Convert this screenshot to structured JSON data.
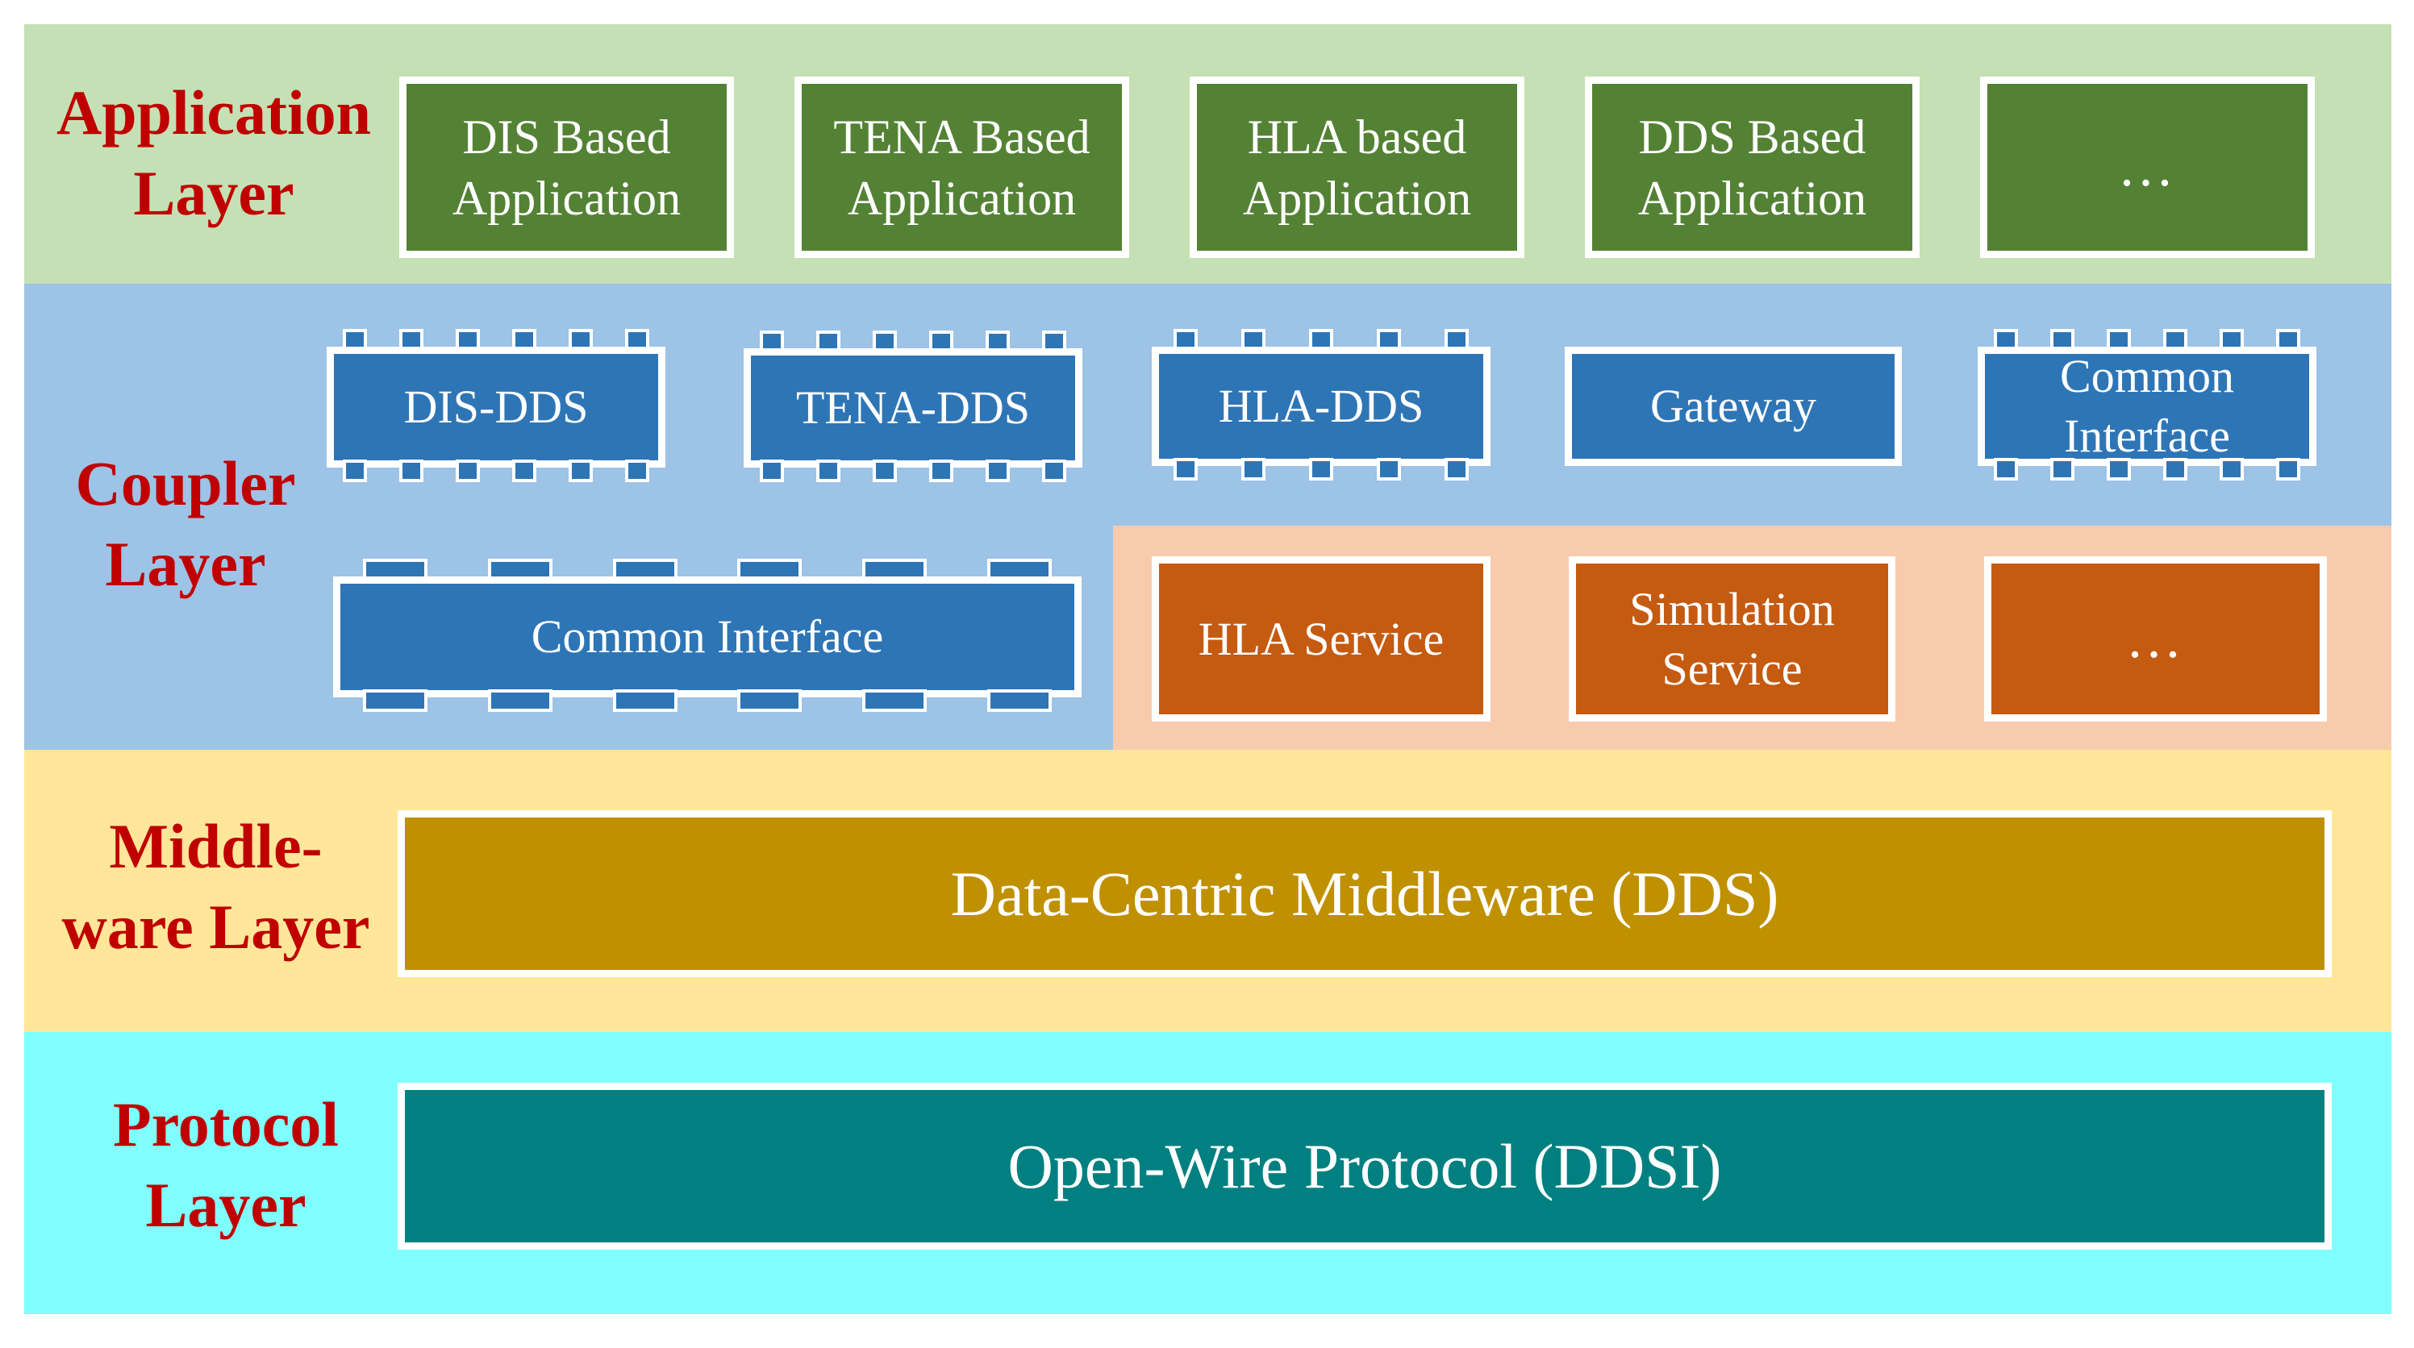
{
  "layers": {
    "application": "Application\nLayer",
    "coupler": "Coupler\nLayer",
    "middleware": "Middle-\nware Layer",
    "protocol": "Protocol\nLayer"
  },
  "applications": [
    "DIS Based\nApplication",
    "TENA Based\nApplication",
    "HLA based\nApplication",
    "DDS Based\nApplication",
    "…"
  ],
  "couplers": [
    "DIS-DDS",
    "TENA-DDS",
    "HLA-DDS",
    "Gateway",
    "Common\nInterface"
  ],
  "common_interface": "Common Interface",
  "services": [
    "HLA Service",
    "Simulation\nService",
    "…"
  ],
  "middleware": "Data-Centric Middleware (DDS)",
  "protocol": "Open-Wire Protocol (DDSI)",
  "colors": {
    "application_band": "#c5e0b4",
    "coupler_band": "#9dc3e6",
    "service_band": "#f8cbad",
    "middleware_band": "#ffe699",
    "protocol_band": "#7fffff",
    "layer_label": "#c00000"
  }
}
